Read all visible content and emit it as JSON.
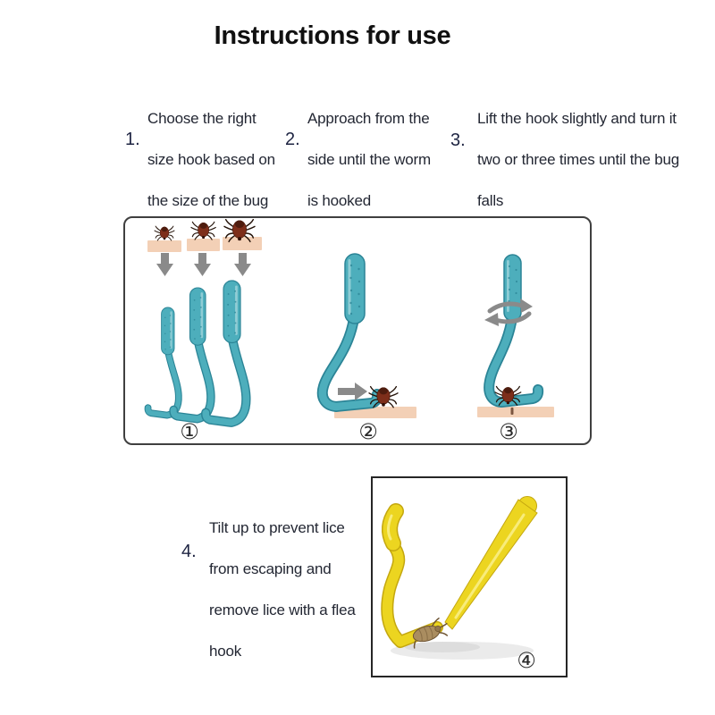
{
  "title": "Instructions for use",
  "steps": [
    {
      "number": "1.",
      "lines": [
        "Choose the right",
        "size hook based on",
        "the size of the bug"
      ]
    },
    {
      "number": "2.",
      "lines": [
        "Approach from the",
        "side until the worm",
        "is hooked"
      ]
    },
    {
      "number": "3.",
      "lines": [
        "Lift the hook slightly and turn it",
        "two or three times until the bug",
        "falls"
      ]
    },
    {
      "number": "4.",
      "lines": [
        "Tilt up to prevent lice",
        "from escaping and",
        "remove lice with a flea",
        "hook"
      ]
    }
  ],
  "figure": {
    "panel1_label": "①",
    "panel2_label": "②",
    "panel3_label": "③",
    "panel4_label": "④"
  },
  "colors": {
    "hook_teal": "#4daebc",
    "hook_teal_dark": "#2b8496",
    "skin": "#f3d0b6",
    "arrow_gray": "#8a8a8a",
    "tick_body": "#7d2e1a",
    "tick_dark": "#4e1c0e",
    "tick_leg": "#241309",
    "hook_yellow": "#ecd520",
    "hook_yellow_dark": "#c4a70f",
    "louse_body": "#aa8d60",
    "text": "#232733",
    "num": "#1e2442",
    "label": "#2a2a2a",
    "box_border": "#3f3f3f"
  }
}
